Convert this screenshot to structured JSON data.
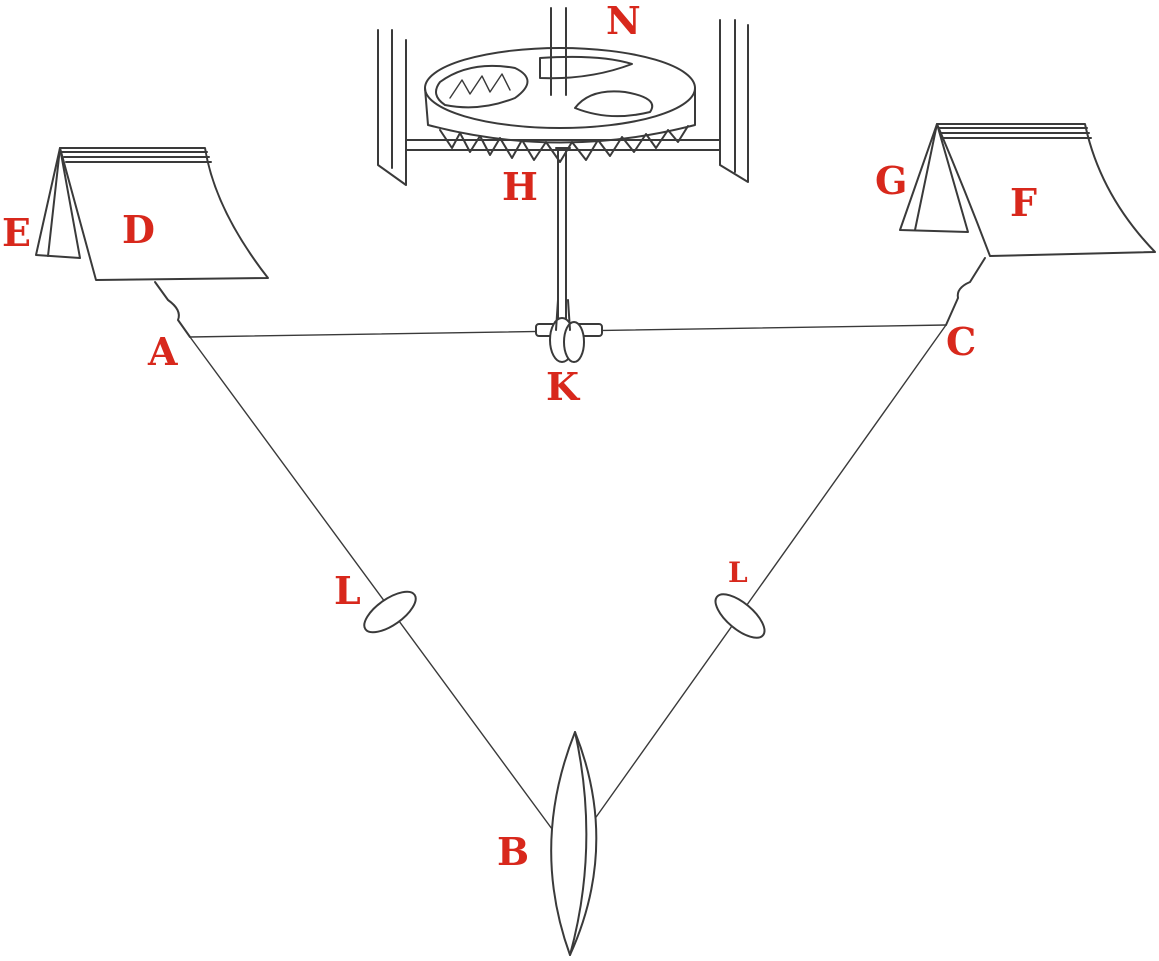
{
  "colors": {
    "line": "#3a3a3a",
    "label": "#d8281c",
    "background": "#ffffff"
  },
  "labels": {
    "a": "A",
    "b": "B",
    "c": "C",
    "d": "D",
    "e": "E",
    "f": "F",
    "g": "G",
    "h": "H",
    "k": "K",
    "l_left": "L",
    "l_right": "L",
    "n": "N"
  }
}
